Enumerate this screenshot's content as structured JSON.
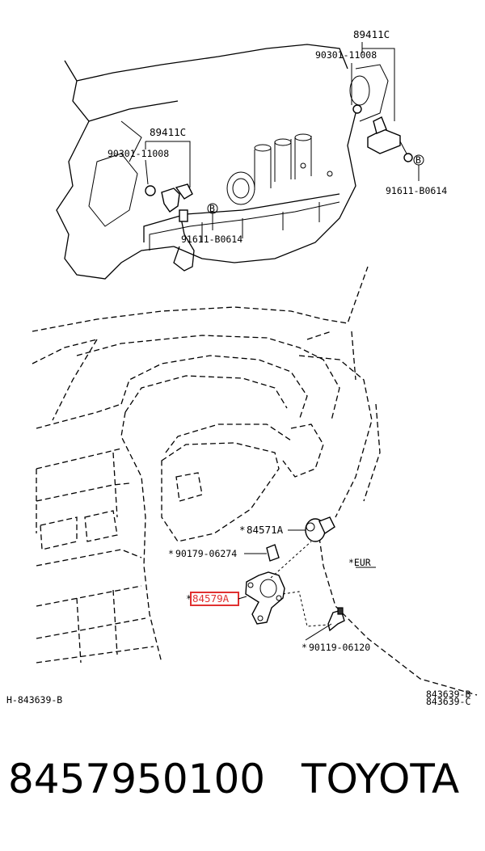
{
  "diagram": {
    "top_right_group": {
      "group": "89411C",
      "gasket": "90301-11008",
      "bolt": "91611-B0614",
      "bolt_marker": "B"
    },
    "left_group": {
      "group": "89411C",
      "gasket": "90301-11008",
      "bolt": "91611-B0614",
      "bolt_marker": "B"
    },
    "parts": {
      "bracket": "84571A",
      "screw_small": "90179-06274",
      "highlighted": "84579A",
      "screw_bottom": "90119-06120",
      "asterisk": "*"
    },
    "region_note": "*EUR",
    "ref_left": "H-843639-B",
    "ref_right_top": "843639-B",
    "ref_right": "843639-C",
    "highlight_color": "#e03030"
  },
  "footer": {
    "part_number": "8457950100",
    "brand": "TOYOTA"
  }
}
